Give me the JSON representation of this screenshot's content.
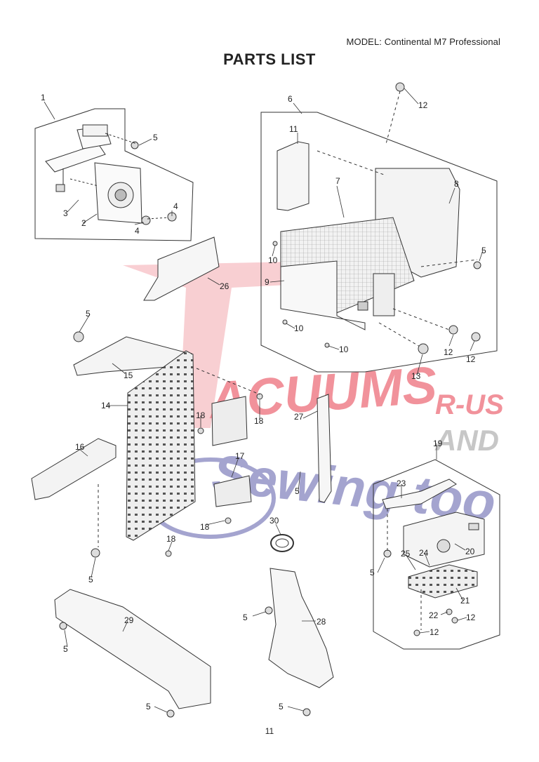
{
  "header": {
    "model": "MODEL: Continental M7 Professional",
    "title": "PARTS LIST"
  },
  "footer": {
    "page_number": "11"
  },
  "watermark": {
    "line1": "ACUUMS",
    "line2": "R-US",
    "line3": "AND",
    "line4": "Sewing too",
    "colors": {
      "red": "#e63a4a",
      "blue": "#5a5aa8",
      "grey": "#9a9a9a"
    }
  },
  "callouts": {
    "c1": "1",
    "c2": "2",
    "c3": "3",
    "c4a": "4",
    "c4b": "4",
    "c5a": "5",
    "c6": "6",
    "c7": "7",
    "c8": "8",
    "c9": "9",
    "c10a": "10",
    "c10b": "10",
    "c10c": "10",
    "c11": "11",
    "c12a": "12",
    "c5b": "5",
    "c12b": "12",
    "c12c": "12",
    "c13": "13",
    "c26": "26",
    "c5c": "5",
    "c15": "15",
    "c14": "14",
    "c18a": "18",
    "c18b": "18",
    "c27": "27",
    "c16": "16",
    "c17": "17",
    "c5d": "5",
    "c19": "19",
    "c23": "23",
    "c30": "30",
    "c18c": "18",
    "c18d": "18",
    "c20": "20",
    "c5e": "5",
    "c25": "25",
    "c24": "24",
    "c5f": "5",
    "c21": "21",
    "c22": "22",
    "c12d": "12",
    "c12e": "12",
    "c5g": "5",
    "c28": "28",
    "c29": "29",
    "c5h": "5",
    "c5i": "5",
    "c5j": "5"
  }
}
